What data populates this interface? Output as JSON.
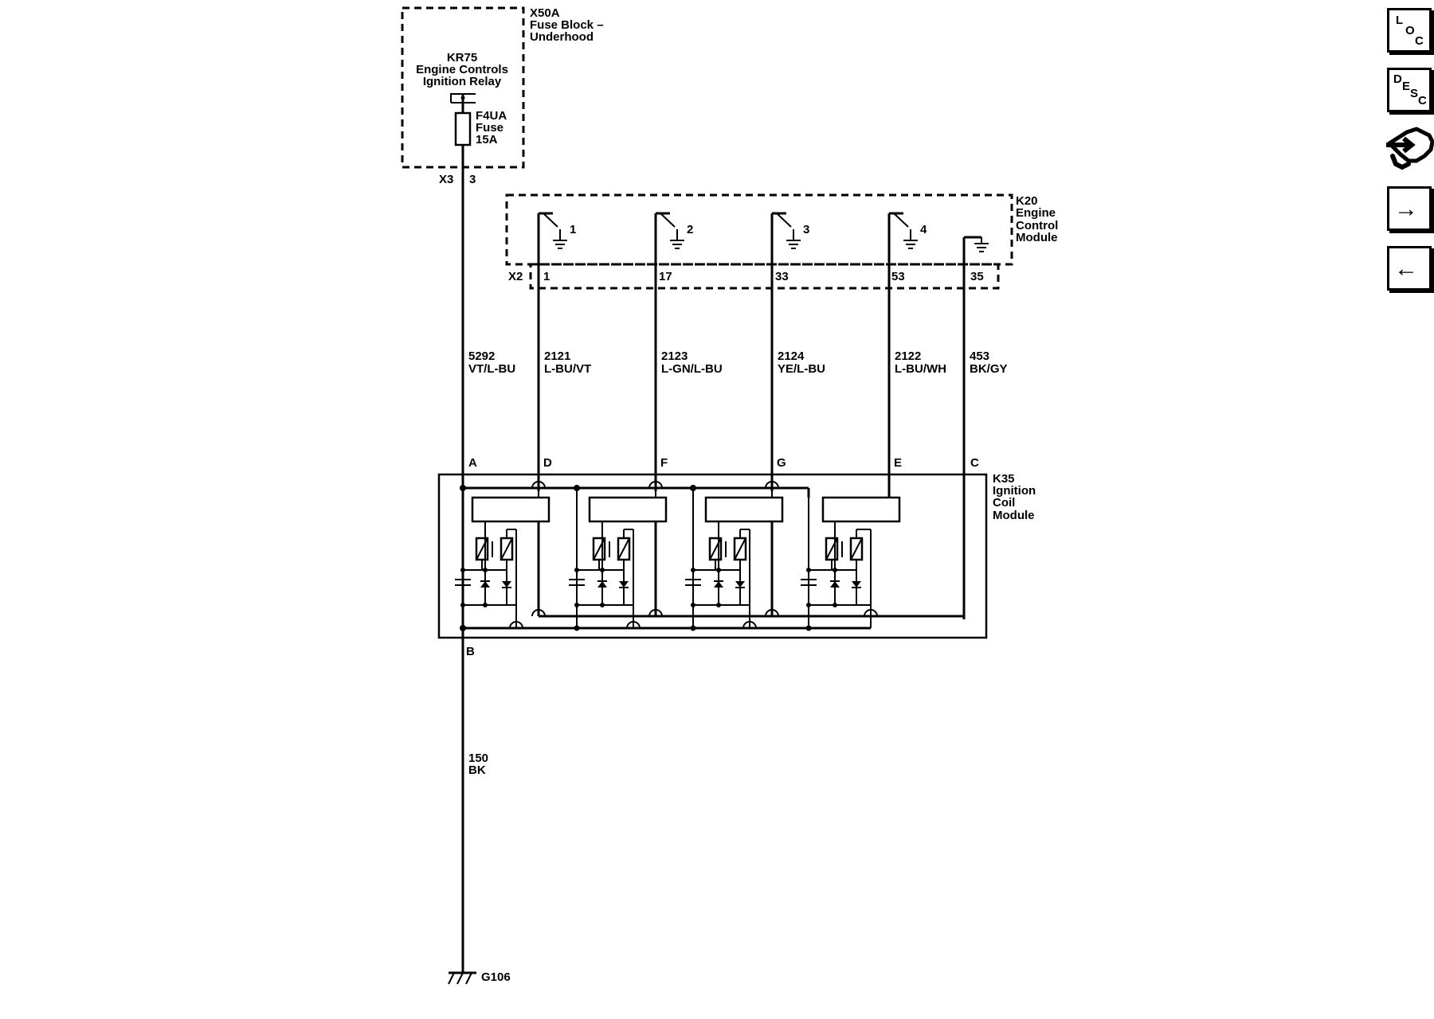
{
  "fuse_block": {
    "id": "X50A",
    "name": "Fuse Block –",
    "location": "Underhood",
    "relay": {
      "id": "KR75",
      "name": "Engine Controls",
      "desc": "Ignition Relay"
    },
    "fuse": {
      "id": "F4UA",
      "name": "Fuse",
      "rating": "15A"
    },
    "connector": "X3",
    "pin": "3"
  },
  "ecm": {
    "id": "K20",
    "name": "Engine",
    "name2": "Control",
    "name3": "Module",
    "connector": "X2",
    "drivers": [
      "1",
      "2",
      "3",
      "4"
    ],
    "pins": [
      "1",
      "17",
      "33",
      "53",
      "35"
    ]
  },
  "wires": [
    {
      "circuit": "5292",
      "color": "VT/L-BU"
    },
    {
      "circuit": "2121",
      "color": "L-BU/VT"
    },
    {
      "circuit": "2123",
      "color": "L-GN/L-BU"
    },
    {
      "circuit": "2124",
      "color": "YE/L-BU"
    },
    {
      "circuit": "2122",
      "color": "L-BU/WH"
    },
    {
      "circuit": "453",
      "color": "BK/GY"
    }
  ],
  "coil_module": {
    "id": "K35",
    "name": "Ignition",
    "name2": "Coil",
    "name3": "Module",
    "pins": [
      "A",
      "D",
      "F",
      "G",
      "E",
      "C"
    ],
    "ground_pin": "B"
  },
  "ground_wire": {
    "circuit": "150",
    "color": "BK"
  },
  "ground": {
    "id": "G106"
  },
  "nav": {
    "loc": {
      "l": "L",
      "o": "O",
      "c": "C"
    },
    "desc": {
      "d": "D",
      "e": "E",
      "s": "S",
      "c": "C"
    },
    "next_arrow": "→",
    "prev_arrow": "←"
  }
}
